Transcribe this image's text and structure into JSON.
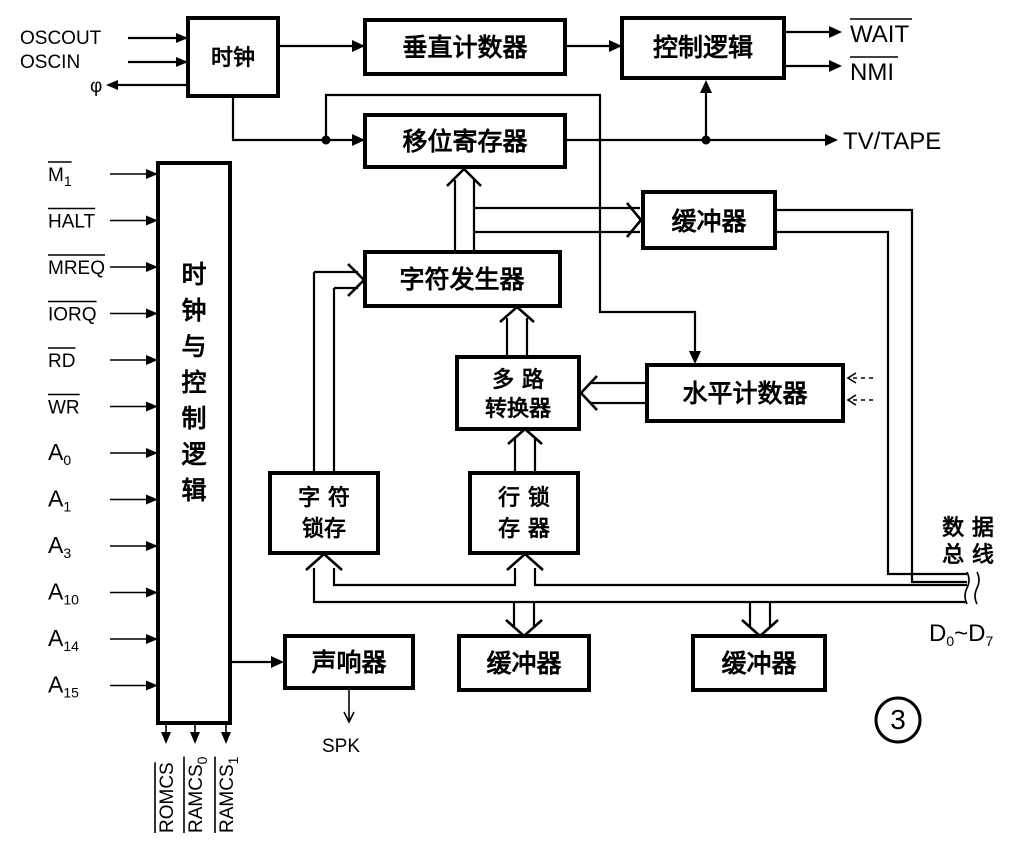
{
  "blocks": {
    "clock": "时钟",
    "vertical_counter": "垂直计数器",
    "control_logic": "控制逻辑",
    "shift_register": "移位寄存器",
    "clock_control_logic": "时钟与控制逻辑",
    "buffer_top": "缓冲器",
    "char_generator": "字符发生器",
    "mux_line1": "多 路",
    "mux_line2": "转换器",
    "horizontal_counter": "水平计数器",
    "char_latch_line1": "字 符",
    "char_latch_line2": "锁存",
    "row_latch_line1": "行 锁",
    "row_latch_line2": "存 器",
    "buzzer": "声响器",
    "buffer_bottom_left": "缓冲器",
    "buffer_bottom_right": "缓冲器"
  },
  "signals": {
    "oscout": "OSCOUT",
    "oscin": "OSCIN",
    "phi": "φ",
    "wait": "WAIT",
    "nmi": "NMI",
    "tv_tape": "TV/TAPE",
    "spk": "SPK",
    "data_bus_line1": "数 据",
    "data_bus_line2": "总 线",
    "d_range_base": "D",
    "d_range_sub_start": "0",
    "d_range_sep": "~D",
    "d_range_sub_end": "7"
  },
  "inputs": [
    {
      "base": "M",
      "sub": "1"
    },
    {
      "base": "HALT",
      "sub": ""
    },
    {
      "base": "MREQ",
      "sub": ""
    },
    {
      "base": "IORQ",
      "sub": ""
    },
    {
      "base": "RD",
      "sub": ""
    },
    {
      "base": "WR",
      "sub": ""
    },
    {
      "base": "A",
      "sub": "0"
    },
    {
      "base": "A",
      "sub": "1"
    },
    {
      "base": "A",
      "sub": "3"
    },
    {
      "base": "A",
      "sub": "10"
    },
    {
      "base": "A",
      "sub": "14"
    },
    {
      "base": "A",
      "sub": "15"
    }
  ],
  "outputs": [
    {
      "base": "ROMCS",
      "sub": ""
    },
    {
      "base": "RAMCS",
      "sub": "0"
    },
    {
      "base": "RAMCS",
      "sub": "1"
    }
  ],
  "figure_number": "3"
}
